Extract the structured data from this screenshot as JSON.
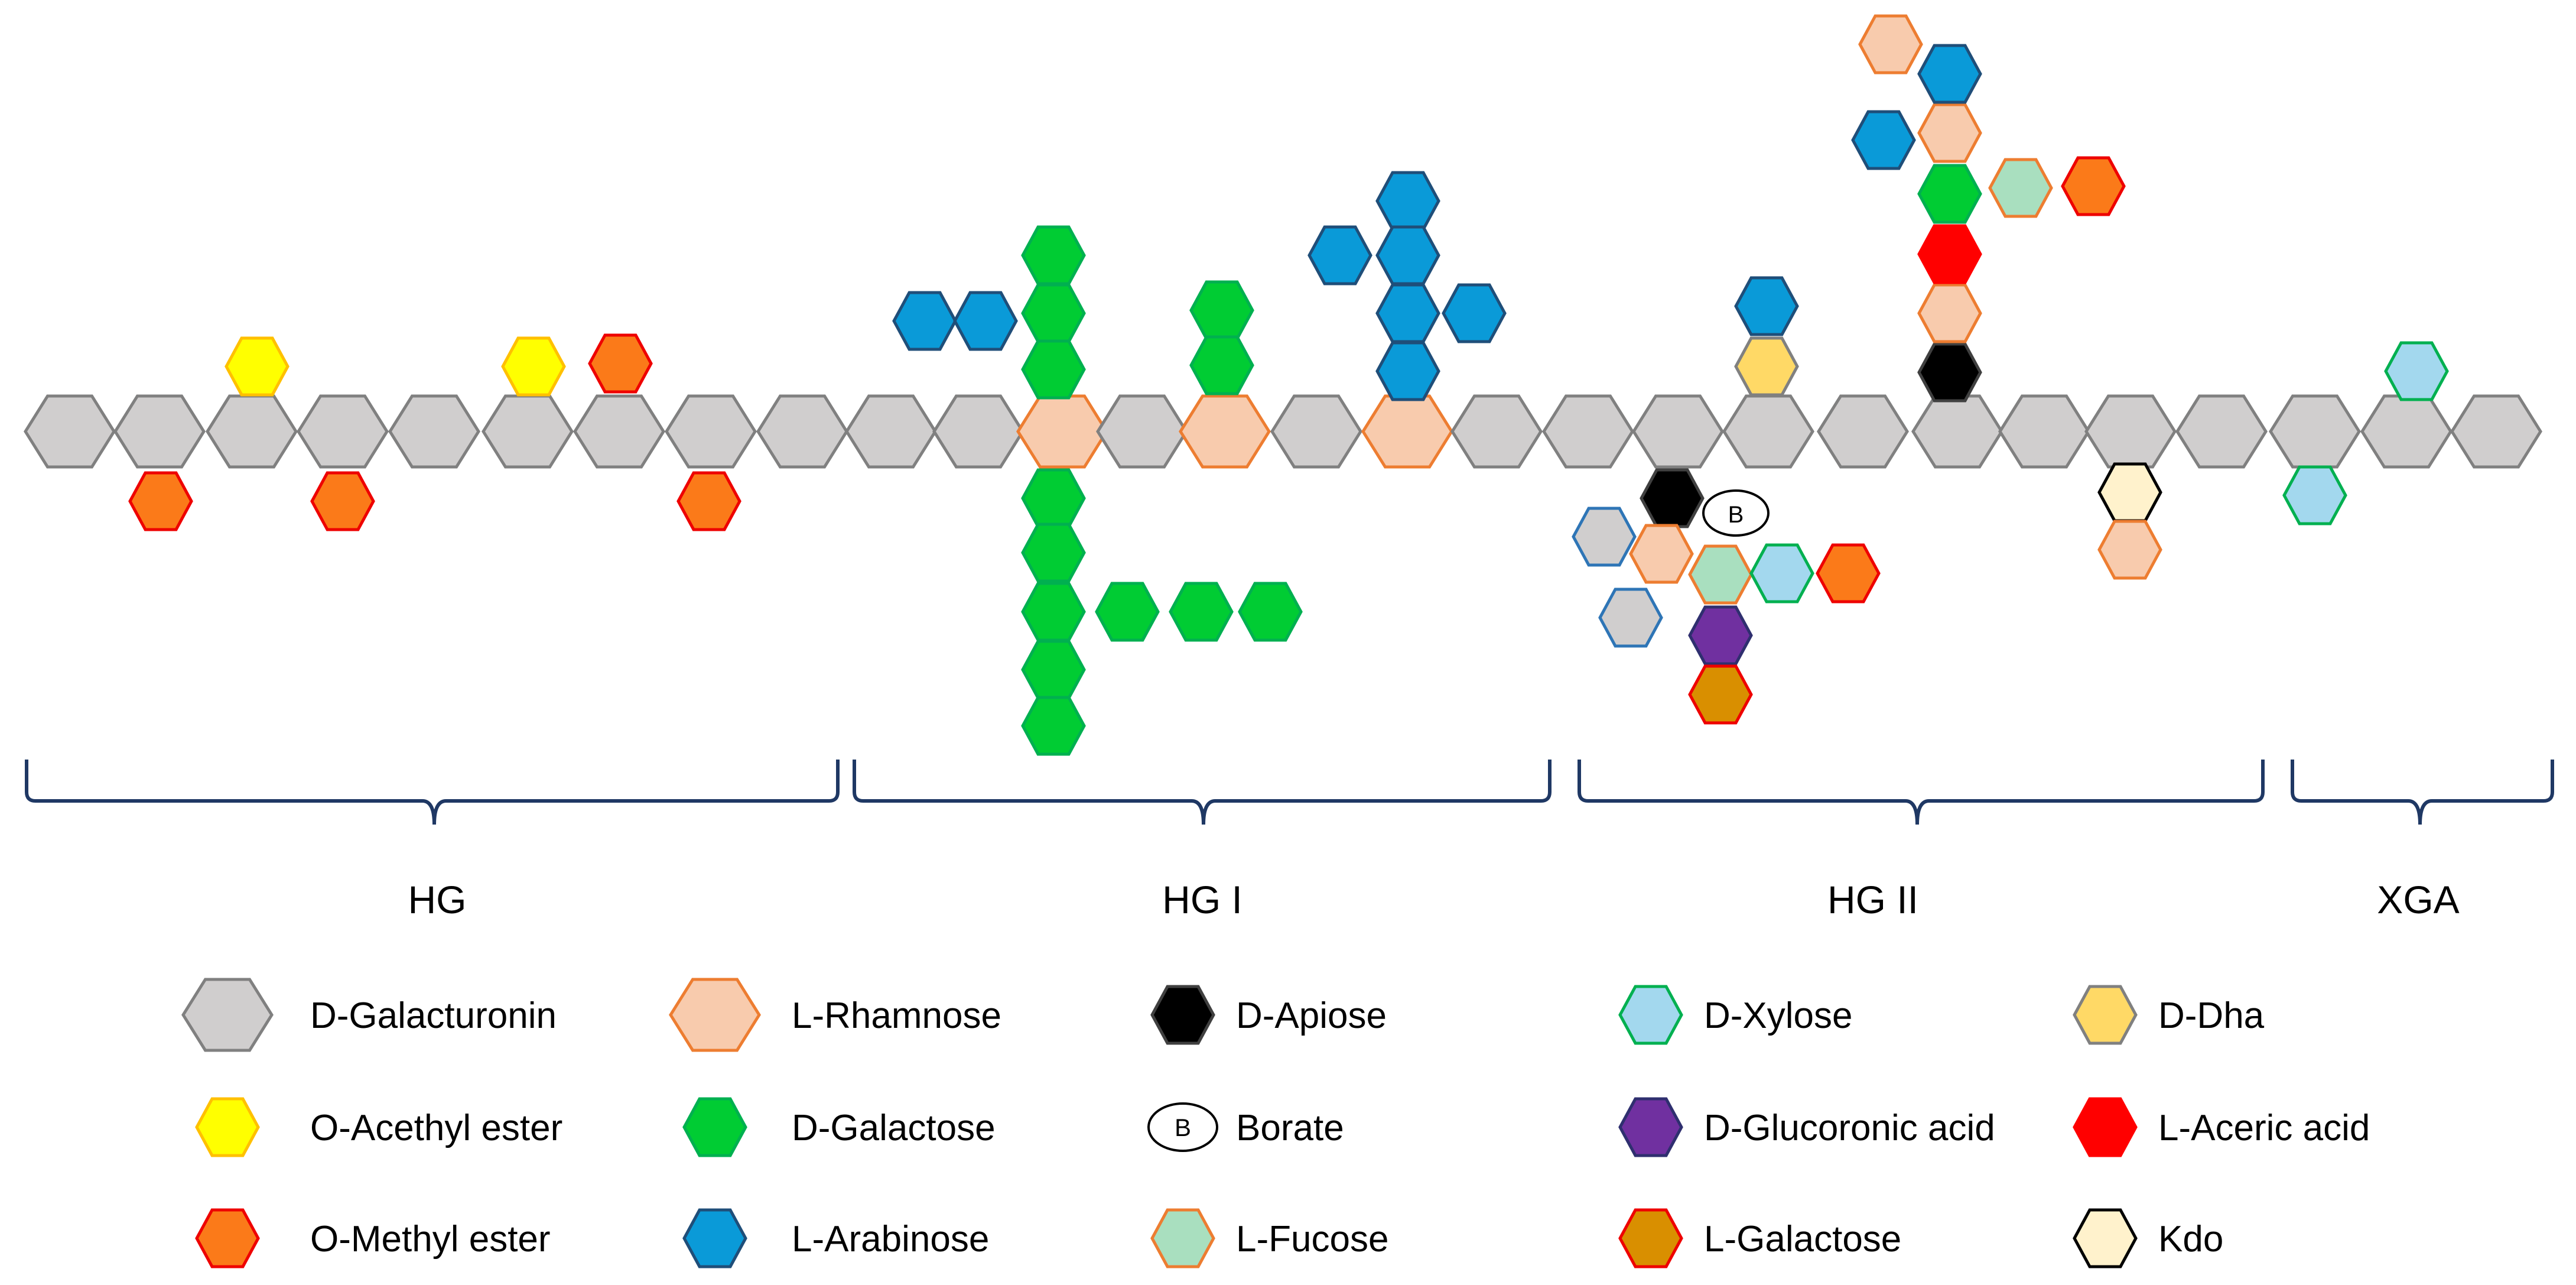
{
  "sections": [
    {
      "id": "hg",
      "label": "HG"
    },
    {
      "id": "hg1",
      "label": "HG I"
    },
    {
      "id": "hg2",
      "label": "HG II"
    },
    {
      "id": "xga",
      "label": "XGA"
    }
  ],
  "legend": {
    "columns": [
      [
        {
          "key": "galacturonic",
          "label": "D-Galacturonin"
        },
        {
          "key": "acetyl",
          "label": "O-Acethyl ester"
        },
        {
          "key": "methyl",
          "label": "O-Methyl ester"
        }
      ],
      [
        {
          "key": "rhamnose",
          "label": "L-Rhamnose"
        },
        {
          "key": "galactose",
          "label": "D-Galactose"
        },
        {
          "key": "arabinose",
          "label": "L-Arabinose"
        }
      ],
      [
        {
          "key": "apiose",
          "label": "D-Apiose"
        },
        {
          "key": "borate",
          "label": "Borate"
        },
        {
          "key": "fucose",
          "label": "L-Fucose"
        }
      ],
      [
        {
          "key": "xylose",
          "label": "D-Xylose"
        },
        {
          "key": "glucuronic",
          "label": "D-Glucoronic acid"
        },
        {
          "key": "lgalactose",
          "label": "L-Galactose"
        }
      ],
      [
        {
          "key": "dha",
          "label": "D-Dha"
        },
        {
          "key": "aceric",
          "label": "L-Aceric acid"
        },
        {
          "key": "kdo",
          "label": "Kdo"
        }
      ]
    ]
  },
  "borate_symbol": "B",
  "colors": {
    "galacturonic": {
      "fill": "#d0cece",
      "stroke": "#808080"
    },
    "acetyl": {
      "fill": "#ffff00",
      "stroke": "#ffc000"
    },
    "methyl": {
      "fill": "#fb7a19",
      "stroke": "#ee0000"
    },
    "rhamnose": {
      "fill": "#f8cbad",
      "stroke": "#ed7d31"
    },
    "galactose": {
      "fill": "#00cc33",
      "stroke": "#00b050"
    },
    "arabinose": {
      "fill": "#0a9ad8",
      "stroke": "#1f4e79"
    },
    "apiose": {
      "fill": "#000000",
      "stroke": "#404040"
    },
    "fucose": {
      "fill": "#a9dfbf",
      "stroke": "#ed7d31"
    },
    "xylose": {
      "fill": "#a3d8ee",
      "stroke": "#00b050"
    },
    "glucuronic": {
      "fill": "#7030a0",
      "stroke": "#2f2f6f"
    },
    "lgalactose": {
      "fill": "#d98f00",
      "stroke": "#ee0000"
    },
    "dha": {
      "fill": "#ffd966",
      "stroke": "#808080"
    },
    "aceric": {
      "fill": "#ff0000",
      "stroke": "#ff0000"
    },
    "kdo": {
      "fill": "#fff2cc",
      "stroke": "#000000"
    },
    "borate": {
      "fill": "#ffffff",
      "stroke": "#000000"
    },
    "bracket": "#1f3864"
  }
}
